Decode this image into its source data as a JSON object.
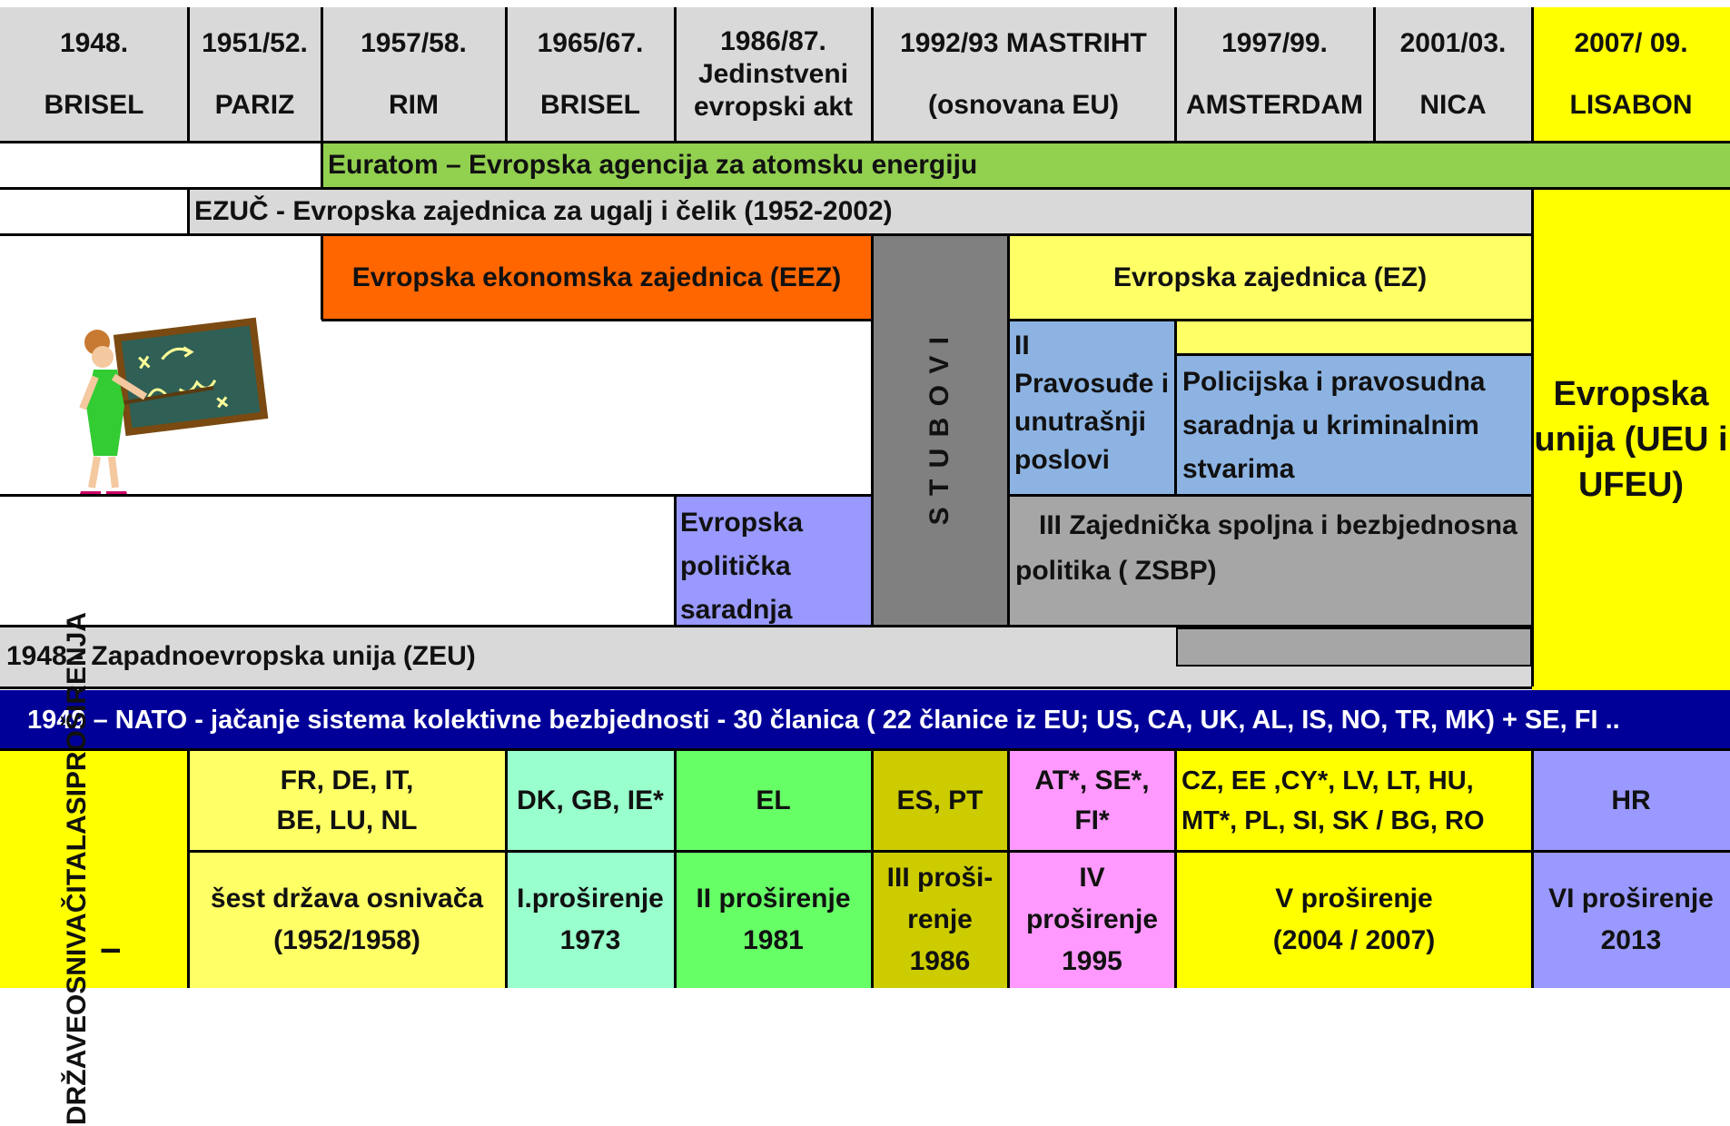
{
  "header": [
    {
      "year": "1948.",
      "place": "BRISEL"
    },
    {
      "year": "1951/52.",
      "place": "PARIZ"
    },
    {
      "year": "1957/58.",
      "place": "RIM"
    },
    {
      "year": "1965/67.",
      "place": "BRISEL"
    },
    {
      "year": "1986/87.",
      "line2": "Jedinstveni",
      "line3": "evropski akt"
    },
    {
      "year": "1992/93 MASTRIHT",
      "place": "(osnovana EU)"
    },
    {
      "year": "1997/99.",
      "place": "AMSTERDAM"
    },
    {
      "year": "2001/03.",
      "place": "NICA"
    },
    {
      "year": "2007/  09.",
      "place": "LISABON"
    }
  ],
  "bars": {
    "euratom": "Euratom – Evropska agencija za atomsku energiju",
    "ezuc": "EZUČ - Evropska zajednica za ugalj i čelik (1952-2002)",
    "eez": "Evropska ekonomska zajednica (EEZ)",
    "ez": "Evropska zajednica (EZ)",
    "stubovi": "S T U B O V I",
    "pillar2": [
      "II",
      "Pravosuđe i",
      "unutrašnji",
      "poslovi"
    ],
    "police": [
      "Policijska i pravosudna",
      "saradnja u kriminalnim",
      "stvarima"
    ],
    "epc": [
      "Evropska",
      "politička",
      "saradnja"
    ],
    "zsbp": [
      "III Zajednička spoljna i bezbjednosna",
      "politika   ( ZSBP)"
    ],
    "zeu": "1948 -  Zapadnoevropska unija (ZEU)",
    "eu": [
      "Evropska",
      "unija (UEU i",
      "UFEU)"
    ],
    "nato": "1949 – NATO -  jačanje sistema kolektivne bezbjednosti - 30 članica ( 22 članice iz EU; US, CA, UK, AL, IS, NO, TR, MK) + SE, FI .."
  },
  "waves_label": [
    "DRŽAVE",
    "OSNIVAČI I",
    "TALASI",
    "PROŠIRENJA"
  ],
  "waves": [
    {
      "countries": [
        "FR, DE, IT,",
        "BE, LU, NL"
      ],
      "label": [
        "šest država osnivača",
        "(1952/1958)"
      ]
    },
    {
      "countries": [
        "DK, GB, IE*"
      ],
      "label": [
        "I.proširenje",
        "1973"
      ]
    },
    {
      "countries": [
        "EL"
      ],
      "label": [
        "II proširenje",
        "1981"
      ]
    },
    {
      "countries": [
        "ES, PT"
      ],
      "label": [
        "III proši-",
        "renje",
        "1986"
      ]
    },
    {
      "countries": [
        "AT*, SE*,",
        "FI*"
      ],
      "label": [
        "IV",
        "proširenje",
        "1995"
      ]
    },
    {
      "countries": [
        "CZ, EE ,CY*, LV, LT, HU,",
        "MT*, PL, SI, SK / BG, RO"
      ],
      "label": [
        "V proširenje",
        "(2004 / 2007)"
      ]
    },
    {
      "countries": [
        "HR"
      ],
      "label": [
        "VI proširenje",
        "2013"
      ]
    }
  ],
  "colors": {
    "header": "#d9d9d9",
    "lisabon": "#ffff00",
    "euratom": "#92d050",
    "eez": "#ff6600",
    "ez": "#ffff66",
    "stubovi": "#808080",
    "blue": "#8db3e2",
    "epc": "#9999ff",
    "zsbp": "#a6a6a6",
    "nato": "#000099",
    "waves": [
      "#ffff66",
      "#99ffcc",
      "#66ff66",
      "#cccc00",
      "#ff99ff",
      "#ffff00",
      "#9999ff"
    ]
  },
  "illustration": "teacher-at-blackboard"
}
